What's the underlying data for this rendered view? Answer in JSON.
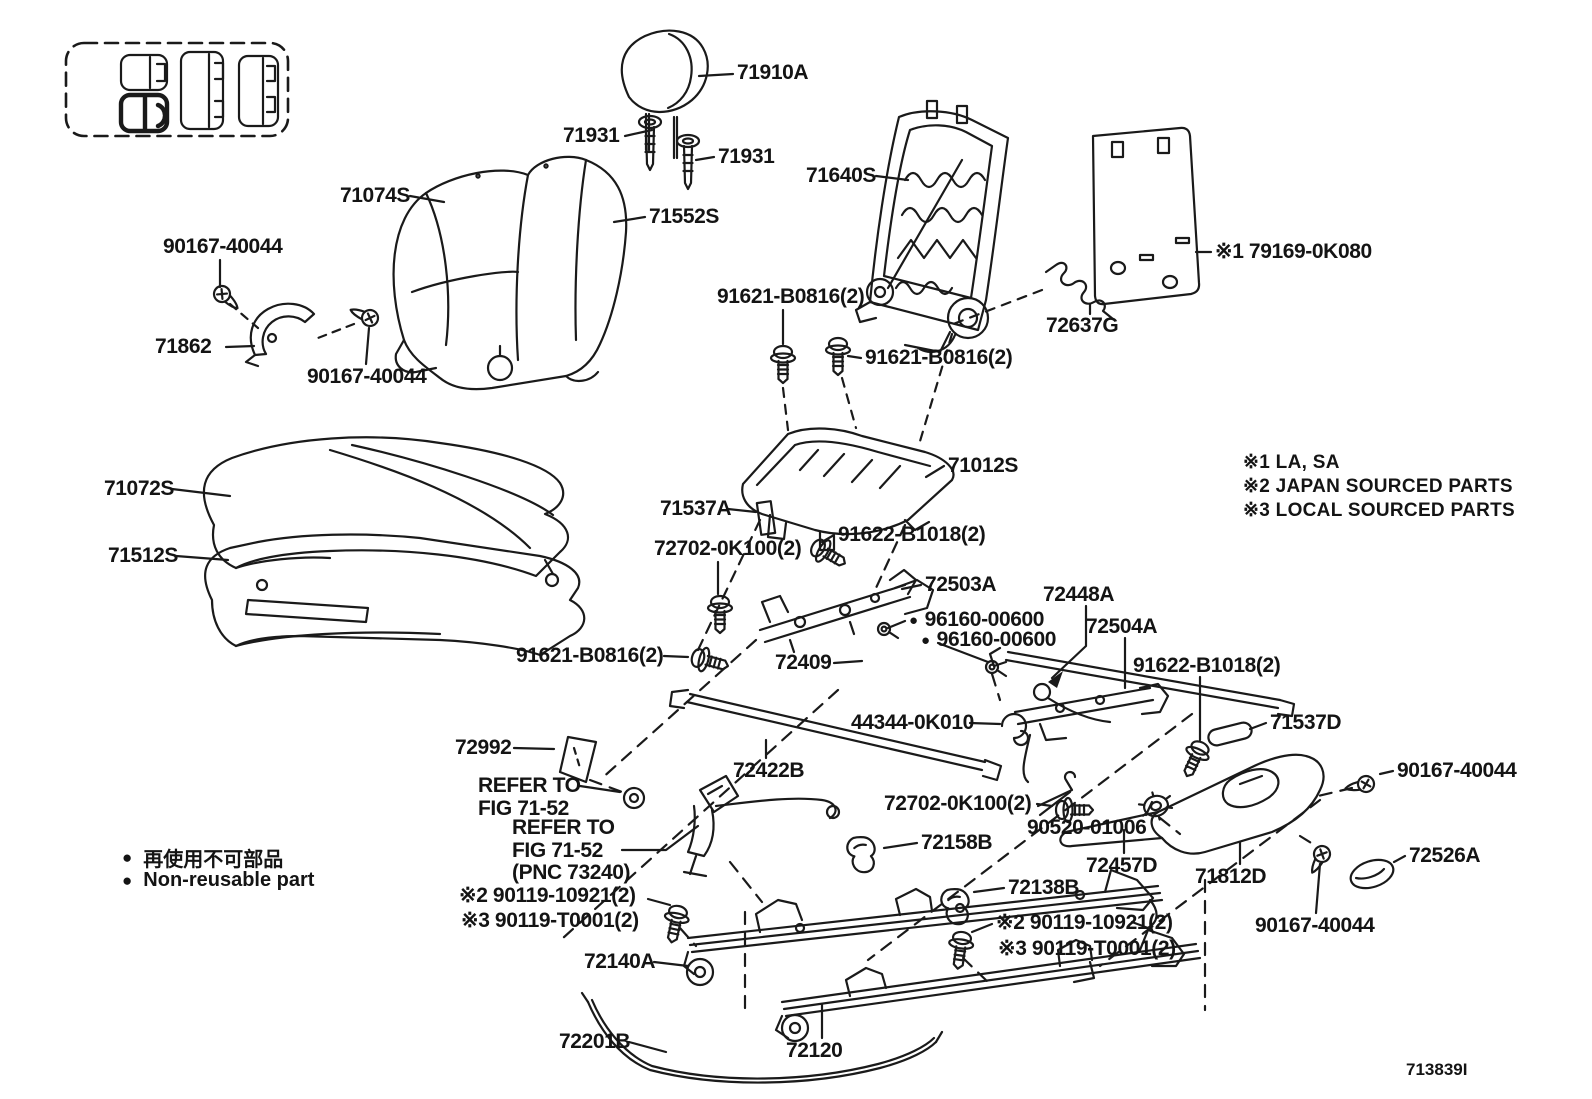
{
  "diagram": {
    "drawing_code": "713839I",
    "marker": "●",
    "legend": {
      "jp": "再使用不可部品",
      "en": "Non-reusable part"
    },
    "notes": [
      "※1 LA, SA",
      "※2 JAPAN SOURCED PARTS",
      "※3 LOCAL SOURCED PARTS"
    ]
  },
  "labels": [
    {
      "id": "71910A",
      "text": "71910A"
    },
    {
      "id": "71931-a",
      "text": "71931"
    },
    {
      "id": "71931-b",
      "text": "71931"
    },
    {
      "id": "71074S",
      "text": "71074S"
    },
    {
      "id": "71552S",
      "text": "71552S"
    },
    {
      "id": "90167-40044-a",
      "text": "90167-40044"
    },
    {
      "id": "71862",
      "text": "71862"
    },
    {
      "id": "90167-40044-b",
      "text": "90167-40044"
    },
    {
      "id": "71640S",
      "text": "71640S"
    },
    {
      "id": "79169-0K080",
      "text": "※1 79169-0K080"
    },
    {
      "id": "72637G",
      "text": "72637G"
    },
    {
      "id": "91621-B0816-a",
      "text": "91621-B0816(2)"
    },
    {
      "id": "91621-B0816-b",
      "text": "91621-B0816(2)"
    },
    {
      "id": "71012S",
      "text": "71012S"
    },
    {
      "id": "71537A",
      "text": "71537A"
    },
    {
      "id": "91622-B1018-a",
      "text": "91622-B1018(2)"
    },
    {
      "id": "72702-0K100-a",
      "text": "72702-0K100(2)"
    },
    {
      "id": "72503A",
      "text": "72503A"
    },
    {
      "id": "96160-00600-a",
      "text": "96160-00600"
    },
    {
      "id": "96160-00600-b",
      "text": "96160-00600"
    },
    {
      "id": "72448A",
      "text": "72448A"
    },
    {
      "id": "72504A",
      "text": "72504A"
    },
    {
      "id": "91622-B1018-b",
      "text": "91622-B1018(2)"
    },
    {
      "id": "72409",
      "text": "72409"
    },
    {
      "id": "91621-B0816-c",
      "text": "91621-B0816(2)"
    },
    {
      "id": "44344-0K010",
      "text": "44344-0K010"
    },
    {
      "id": "71537D",
      "text": "71537D"
    },
    {
      "id": "71072S",
      "text": "71072S"
    },
    {
      "id": "71512S",
      "text": "71512S"
    },
    {
      "id": "72992",
      "text": "72992"
    },
    {
      "id": "refer-fig-1",
      "text": "REFER TO\nFIG 71-52"
    },
    {
      "id": "refer-fig-2",
      "text": "REFER TO\nFIG 71-52\n(PNC 73240)"
    },
    {
      "id": "72422B",
      "text": "72422B"
    },
    {
      "id": "90167-40044-c",
      "text": "90167-40044"
    },
    {
      "id": "72702-0K100-b",
      "text": "72702-0K100(2)"
    },
    {
      "id": "90520-01006",
      "text": "90520-01006"
    },
    {
      "id": "72158B",
      "text": "72158B"
    },
    {
      "id": "72457D",
      "text": "72457D"
    },
    {
      "id": "72138B",
      "text": "72138B"
    },
    {
      "id": "71812D",
      "text": "71812D"
    },
    {
      "id": "72526A",
      "text": "72526A"
    },
    {
      "id": "90167-40044-d",
      "text": "90167-40044"
    },
    {
      "id": "90119-10921-a",
      "text": "※2 90119-10921(2)"
    },
    {
      "id": "90119-T0001-a",
      "text": "※3 90119-T0001(2)"
    },
    {
      "id": "72140A",
      "text": "72140A"
    },
    {
      "id": "72201B",
      "text": "72201B"
    },
    {
      "id": "72120",
      "text": "72120"
    },
    {
      "id": "90119-10921-b",
      "text": "※2 90119-10921(2)"
    },
    {
      "id": "90119-T0001-b",
      "text": "※3 90119-T0001(2)"
    }
  ]
}
